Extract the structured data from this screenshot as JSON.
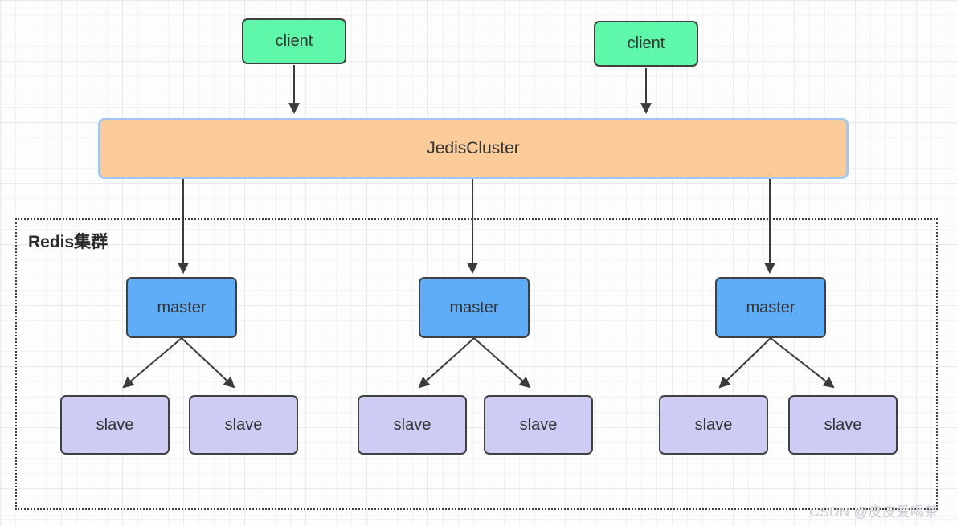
{
  "colors": {
    "canvas_bg": "#fdfdfe",
    "grid_minor": "#f2f2f6",
    "grid_major": "#e8e8ee",
    "client_fill": "#5ff7a9",
    "master_fill": "#60adf7",
    "slave_fill": "#cdccf5",
    "jedis_fill": "#fbcb99",
    "jedis_border": "#a2c7f1",
    "node_border": "#404040",
    "group_border": "#3d3d3d",
    "arrow": "#3b3b3b",
    "text": "#333333",
    "watermark": "#c5c8d0"
  },
  "diagram": {
    "clients": [
      {
        "label": "client"
      },
      {
        "label": "client"
      }
    ],
    "jediscluster": {
      "label": "JedisCluster"
    },
    "cluster_group": {
      "label": "Redis集群"
    },
    "masters": [
      {
        "label": "master"
      },
      {
        "label": "master"
      },
      {
        "label": "master"
      }
    ],
    "slaves": [
      {
        "label": "slave"
      },
      {
        "label": "slave"
      },
      {
        "label": "slave"
      },
      {
        "label": "slave"
      },
      {
        "label": "slave"
      },
      {
        "label": "slave"
      }
    ],
    "watermark_text": "CSDN @皮皮爱喝茶"
  }
}
